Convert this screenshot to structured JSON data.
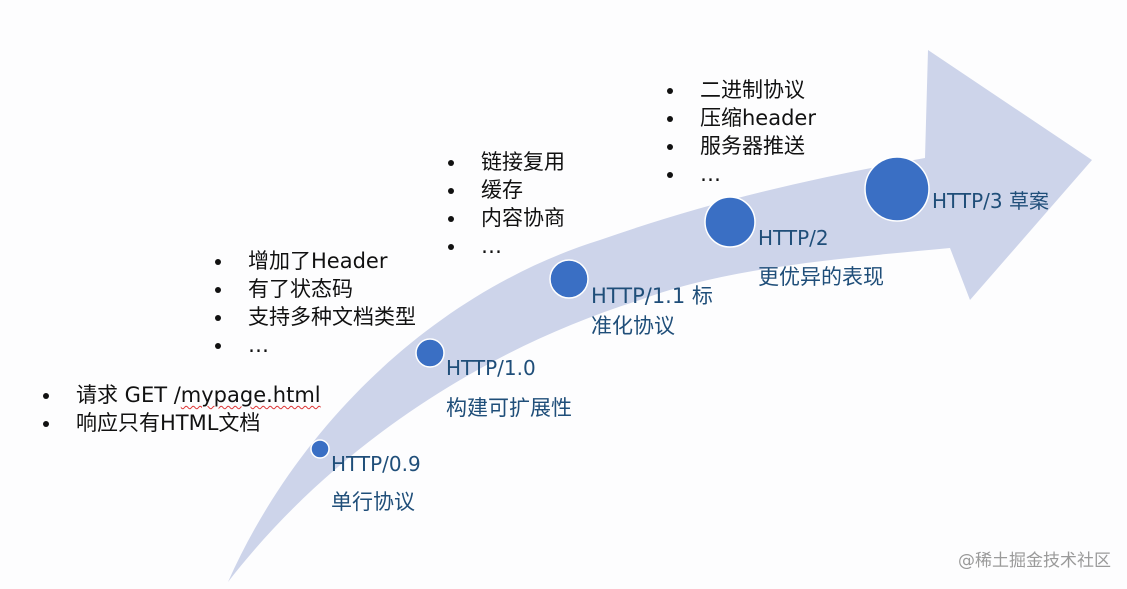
{
  "colors": {
    "arrow_fill": "#cdd4ea",
    "node_fill": "#3a6fc4",
    "node_stroke": "#ffffff",
    "label_text": "#1f4e79",
    "bullet_text": "#111111",
    "credit_text": "#9a9a9a"
  },
  "versions": [
    {
      "label": "HTTP/0.9",
      "description": "单行协议",
      "features": [
        "请求 GET /mypage.html",
        "响应只有HTML文档"
      ]
    },
    {
      "label": "HTTP/1.0",
      "description": "构建可扩展性",
      "features": [
        "增加了Header",
        "有了状态码",
        "支持多种文档类型",
        "…"
      ]
    },
    {
      "label": "HTTP/1.1 标准化协议",
      "description": "",
      "features": [
        "链接复用",
        "缓存",
        "内容协商",
        "…"
      ]
    },
    {
      "label": "HTTP/2",
      "description": "更优异的表现",
      "features": [
        "二进制协议",
        "压缩header",
        "服务器推送",
        "…"
      ]
    },
    {
      "label": "HTTP/3 草案",
      "description": "",
      "features": []
    }
  ],
  "feature_parts": {
    "v09_first_prefix": "请求 GET /",
    "v09_first_squiggle": "mypage.html"
  },
  "credit": "@稀土掘金技术社区"
}
